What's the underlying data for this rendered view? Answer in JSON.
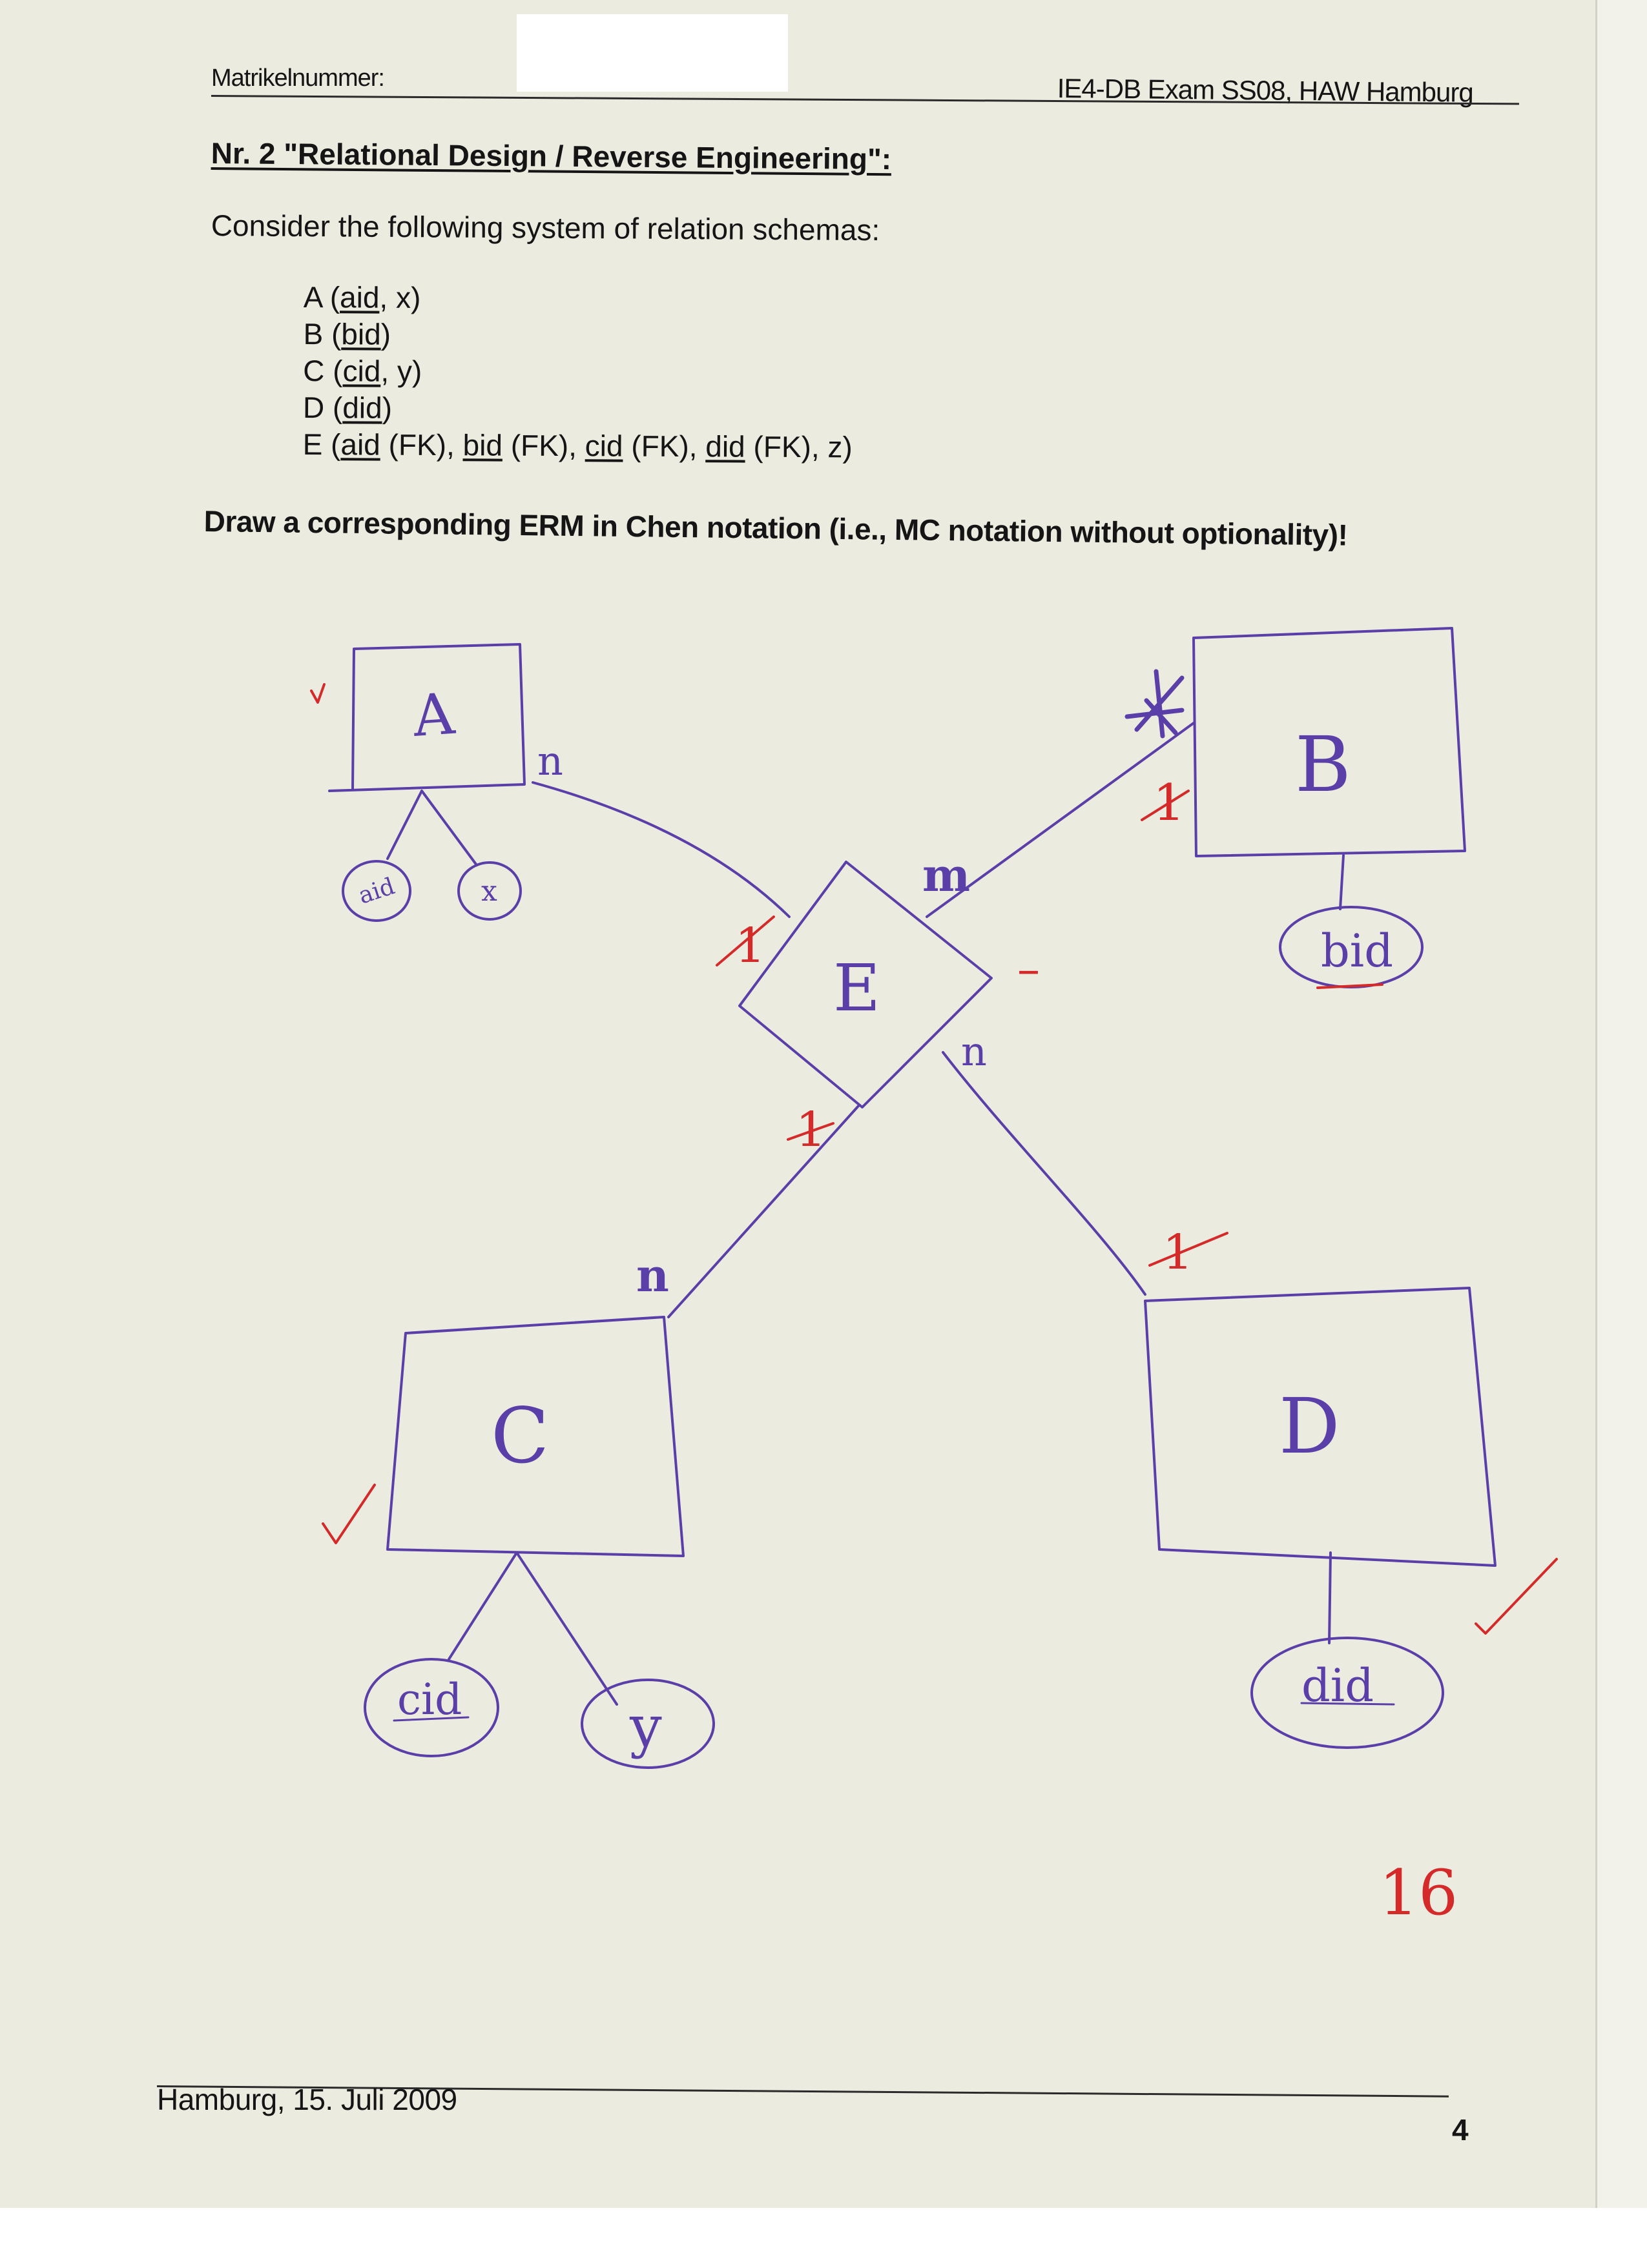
{
  "header": {
    "matrikel_label": "Matrikelnummer:",
    "exam": "IE4-DB Exam SS08, HAW Hamburg"
  },
  "question": {
    "title": "Nr. 2 \"Relational Design / Reverse Engineering\":",
    "intro": "Consider the following system of relation schemas:",
    "schemas": [
      {
        "name": "A",
        "open": " (",
        "parts": [
          {
            "t": "aid",
            "u": true
          },
          {
            "t": ", x)",
            "u": false
          }
        ]
      },
      {
        "name": "B",
        "open": " (",
        "parts": [
          {
            "t": "bid",
            "u": true
          },
          {
            "t": ")",
            "u": false
          }
        ]
      },
      {
        "name": "C",
        "open": " (",
        "parts": [
          {
            "t": "cid",
            "u": true
          },
          {
            "t": ", y)",
            "u": false
          }
        ]
      },
      {
        "name": "D",
        "open": " (",
        "parts": [
          {
            "t": "did",
            "u": true
          },
          {
            "t": ")",
            "u": false
          }
        ]
      },
      {
        "name": "E",
        "open": " (",
        "parts": [
          {
            "t": "aid",
            "u": true
          },
          {
            "t": " (FK), ",
            "u": false
          },
          {
            "t": "bid",
            "u": true
          },
          {
            "t": " (FK), ",
            "u": false
          },
          {
            "t": "cid",
            "u": true
          },
          {
            "t": " (FK), ",
            "u": false
          },
          {
            "t": "did",
            "u": true
          },
          {
            "t": " (FK), z)",
            "u": false
          }
        ]
      }
    ],
    "task": "Draw a corresponding ERM in Chen notation (i.e., MC notation without optionality)!"
  },
  "diagram": {
    "entities": {
      "a": "A",
      "b": "B",
      "c": "C",
      "d": "D"
    },
    "relationship": "E",
    "attributes": {
      "aid": "aid",
      "x": "x",
      "bid": "bid",
      "cid": "cid",
      "y": "y",
      "did": "did"
    },
    "cardinalities": {
      "a": "n",
      "b": "m",
      "c": "n",
      "d": "n"
    },
    "corrections": {
      "a": "1",
      "b": "1",
      "c": "1",
      "d": "1",
      "dash": "–"
    },
    "score": "16"
  },
  "colors": {
    "ink_student": "#5b3fa8",
    "ink_grader": "#d42a2a",
    "print": "#151515",
    "paper": "#ecebe0"
  },
  "footer": {
    "date": "Hamburg, 15. Juli 2009",
    "page": "4"
  }
}
